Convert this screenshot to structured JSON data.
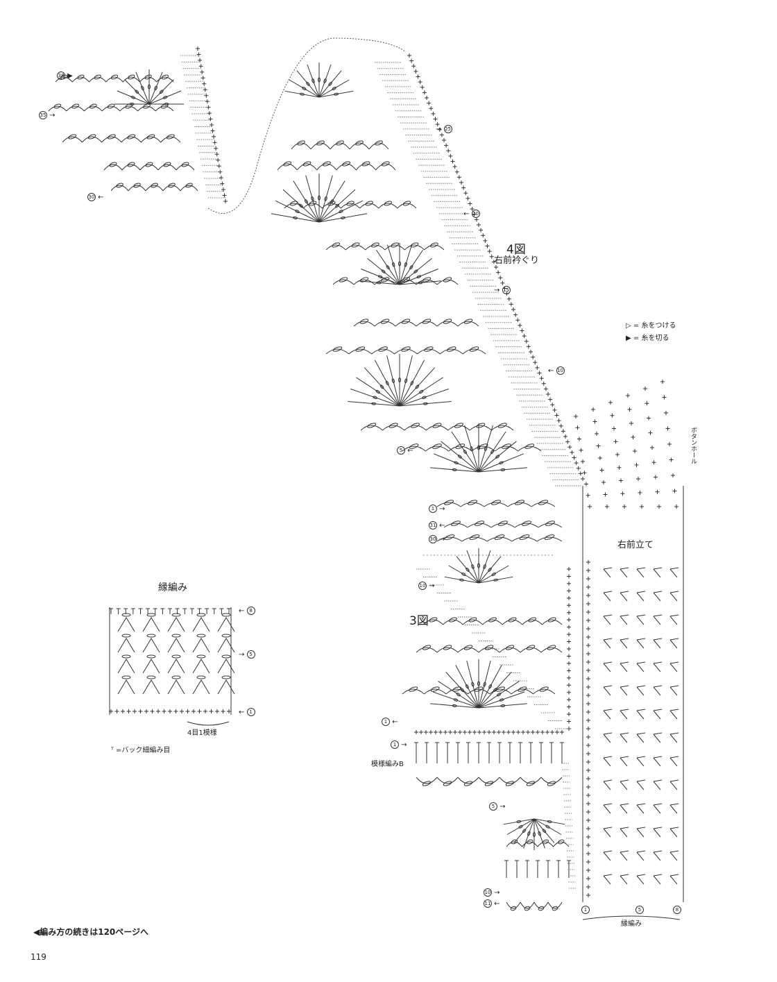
{
  "figure3": {
    "title": "3図"
  },
  "figure4": {
    "title": "4図",
    "subtitle": "右前衿ぐり"
  },
  "right_front_band": {
    "title": "右前立て"
  },
  "border": {
    "title": "縁編み",
    "repeat_label": "4目1模様",
    "legend": "=バック細編み目"
  },
  "pattern_b": {
    "label": "模様編みB"
  },
  "buttonhole": {
    "label": "ボタンホール"
  },
  "legend": {
    "attach": "= 糸をつける",
    "cut": "= 糸を切る"
  },
  "border_bottom_label": "縁編み",
  "row_numbers": {
    "fig4": [
      "38",
      "35",
      "30",
      "25",
      "20",
      "15",
      "10",
      "5",
      "1",
      "31",
      "30"
    ],
    "fig3": [
      "10",
      "1",
      "1",
      "5",
      "10",
      "11"
    ],
    "band": [
      "1",
      "5",
      "8"
    ],
    "border_chart": [
      "8",
      "5",
      "1"
    ]
  },
  "continue_note": "◀編み方の続きは120ページへ",
  "page_number": "119"
}
